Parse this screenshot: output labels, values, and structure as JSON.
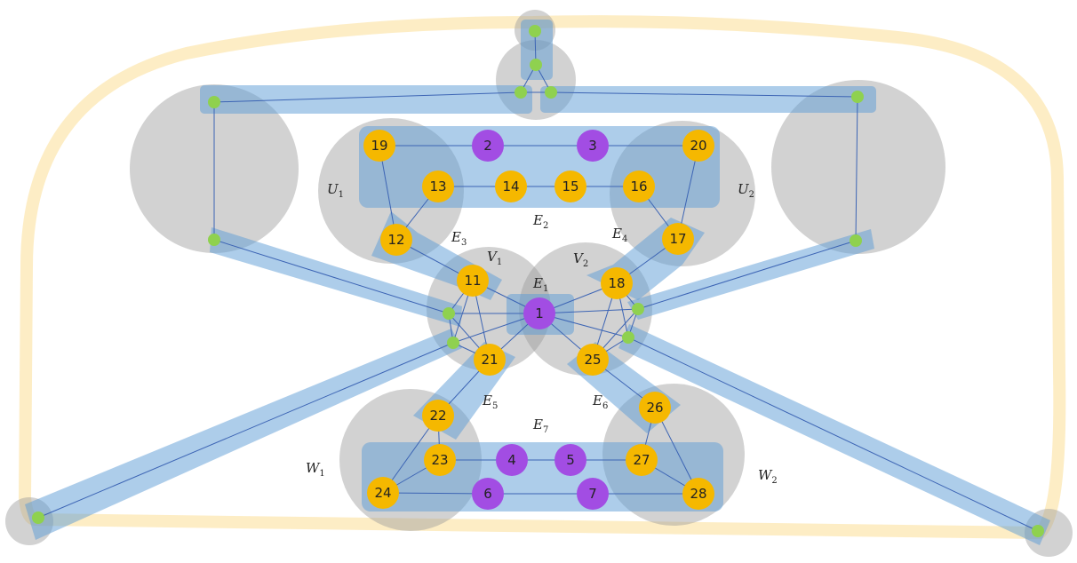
{
  "colors": {
    "cycle": "#fdebbf",
    "region": "#9c9c9c",
    "hyperedge": "#5b9bd5",
    "edge": "#3c64b4",
    "yellow_node": "#f5b800",
    "purple_node": "#a24de3",
    "green_node": "#8fd14f"
  },
  "nodes": [
    {
      "id": "1",
      "label": "1",
      "color": "purple"
    },
    {
      "id": "2",
      "label": "2",
      "color": "purple"
    },
    {
      "id": "3",
      "label": "3",
      "color": "purple"
    },
    {
      "id": "4",
      "label": "4",
      "color": "purple"
    },
    {
      "id": "5",
      "label": "5",
      "color": "purple"
    },
    {
      "id": "6",
      "label": "6",
      "color": "purple"
    },
    {
      "id": "7",
      "label": "7",
      "color": "purple"
    },
    {
      "id": "11",
      "label": "11",
      "color": "yellow"
    },
    {
      "id": "12",
      "label": "12",
      "color": "yellow"
    },
    {
      "id": "13",
      "label": "13",
      "color": "yellow"
    },
    {
      "id": "14",
      "label": "14",
      "color": "yellow"
    },
    {
      "id": "15",
      "label": "15",
      "color": "yellow"
    },
    {
      "id": "16",
      "label": "16",
      "color": "yellow"
    },
    {
      "id": "17",
      "label": "17",
      "color": "yellow"
    },
    {
      "id": "18",
      "label": "18",
      "color": "yellow"
    },
    {
      "id": "19",
      "label": "19",
      "color": "yellow"
    },
    {
      "id": "20",
      "label": "20",
      "color": "yellow"
    },
    {
      "id": "21",
      "label": "21",
      "color": "yellow"
    },
    {
      "id": "22",
      "label": "22",
      "color": "yellow"
    },
    {
      "id": "23",
      "label": "23",
      "color": "yellow"
    },
    {
      "id": "24",
      "label": "24",
      "color": "yellow"
    },
    {
      "id": "25",
      "label": "25",
      "color": "yellow"
    },
    {
      "id": "26",
      "label": "26",
      "color": "yellow"
    },
    {
      "id": "27",
      "label": "27",
      "color": "yellow"
    },
    {
      "id": "28",
      "label": "28",
      "color": "yellow"
    },
    {
      "id": "g-top",
      "color": "green"
    },
    {
      "id": "g-top2",
      "color": "green"
    },
    {
      "id": "g-topl",
      "color": "green"
    },
    {
      "id": "g-topr",
      "color": "green"
    },
    {
      "id": "g-lt",
      "color": "green"
    },
    {
      "id": "g-rt",
      "color": "green"
    },
    {
      "id": "g-lm",
      "color": "green"
    },
    {
      "id": "g-rm",
      "color": "green"
    },
    {
      "id": "g-c1",
      "color": "green"
    },
    {
      "id": "g-c2",
      "color": "green"
    },
    {
      "id": "g-c3",
      "color": "green"
    },
    {
      "id": "g-c4",
      "color": "green"
    },
    {
      "id": "g-bl",
      "color": "green"
    },
    {
      "id": "g-br",
      "color": "green"
    }
  ],
  "labels": {
    "U1": {
      "base": "U",
      "sub": "1"
    },
    "U2": {
      "base": "U",
      "sub": "2"
    },
    "V1": {
      "base": "V",
      "sub": "1"
    },
    "V2": {
      "base": "V",
      "sub": "2"
    },
    "W1": {
      "base": "W",
      "sub": "1"
    },
    "W2": {
      "base": "W",
      "sub": "2"
    },
    "E1": {
      "base": "E",
      "sub": "1"
    },
    "E2": {
      "base": "E",
      "sub": "2"
    },
    "E3": {
      "base": "E",
      "sub": "3"
    },
    "E4": {
      "base": "E",
      "sub": "4"
    },
    "E5": {
      "base": "E",
      "sub": "5"
    },
    "E6": {
      "base": "E",
      "sub": "6"
    },
    "E7": {
      "base": "E",
      "sub": "7"
    }
  },
  "edges": [
    [
      "19",
      "2"
    ],
    [
      "2",
      "3"
    ],
    [
      "3",
      "20"
    ],
    [
      "19",
      "12"
    ],
    [
      "20",
      "17"
    ],
    [
      "13",
      "14"
    ],
    [
      "14",
      "15"
    ],
    [
      "15",
      "16"
    ],
    [
      "13",
      "12"
    ],
    [
      "16",
      "17"
    ],
    [
      "12",
      "11"
    ],
    [
      "17",
      "18"
    ],
    [
      "11",
      "1"
    ],
    [
      "11",
      "21"
    ],
    [
      "11",
      "g-c1"
    ],
    [
      "11",
      "g-c2"
    ],
    [
      "21",
      "1"
    ],
    [
      "21",
      "g-c1"
    ],
    [
      "21",
      "g-c2"
    ],
    [
      "g-c1",
      "1"
    ],
    [
      "g-c2",
      "1"
    ],
    [
      "g-c1",
      "g-c2"
    ],
    [
      "18",
      "1"
    ],
    [
      "18",
      "25"
    ],
    [
      "18",
      "g-c3"
    ],
    [
      "18",
      "g-c4"
    ],
    [
      "25",
      "1"
    ],
    [
      "25",
      "g-c3"
    ],
    [
      "25",
      "g-c4"
    ],
    [
      "g-c3",
      "1"
    ],
    [
      "g-c4",
      "1"
    ],
    [
      "g-c3",
      "g-c4"
    ],
    [
      "21",
      "22"
    ],
    [
      "25",
      "26"
    ],
    [
      "22",
      "23"
    ],
    [
      "22",
      "24"
    ],
    [
      "23",
      "4"
    ],
    [
      "4",
      "5"
    ],
    [
      "5",
      "27"
    ],
    [
      "23",
      "24"
    ],
    [
      "24",
      "6"
    ],
    [
      "6",
      "7"
    ],
    [
      "7",
      "28"
    ],
    [
      "26",
      "27"
    ],
    [
      "26",
      "28"
    ],
    [
      "27",
      "28"
    ],
    [
      "g-top",
      "g-top2"
    ],
    [
      "g-top2",
      "g-topl"
    ],
    [
      "g-top2",
      "g-topr"
    ],
    [
      "g-topl",
      "g-topr"
    ],
    [
      "g-lt",
      "g-topl"
    ],
    [
      "g-rt",
      "g-topr"
    ],
    [
      "g-lt",
      "g-lm"
    ],
    [
      "g-rt",
      "g-rm"
    ],
    [
      "g-lm",
      "g-c1"
    ],
    [
      "g-rm",
      "g-c3"
    ],
    [
      "g-bl",
      "g-c2"
    ],
    [
      "g-br",
      "g-c4"
    ]
  ]
}
